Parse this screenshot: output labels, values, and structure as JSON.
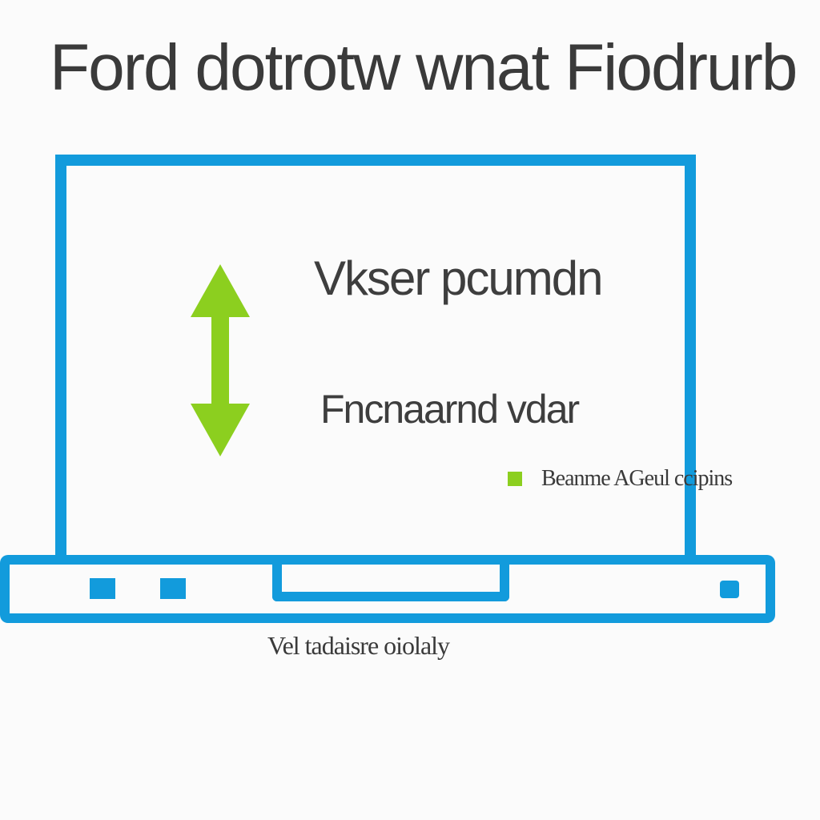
{
  "title": "Ford dotrotw wnat Fiodrurb",
  "screen": {
    "label_top": "Vkser pcumdn",
    "label_bottom": "Fncnaarnd vdar"
  },
  "legend": {
    "label": "Beanme AGeul ccipins",
    "color": "#8ccf1f"
  },
  "caption": "Vel tadaisre oiolaly",
  "colors": {
    "laptop_outline": "#129bdc",
    "arrow": "#8ccf1f",
    "text": "#3e3e3e"
  },
  "icons": {
    "arrow": "double-headed-vertical-arrow-icon"
  }
}
